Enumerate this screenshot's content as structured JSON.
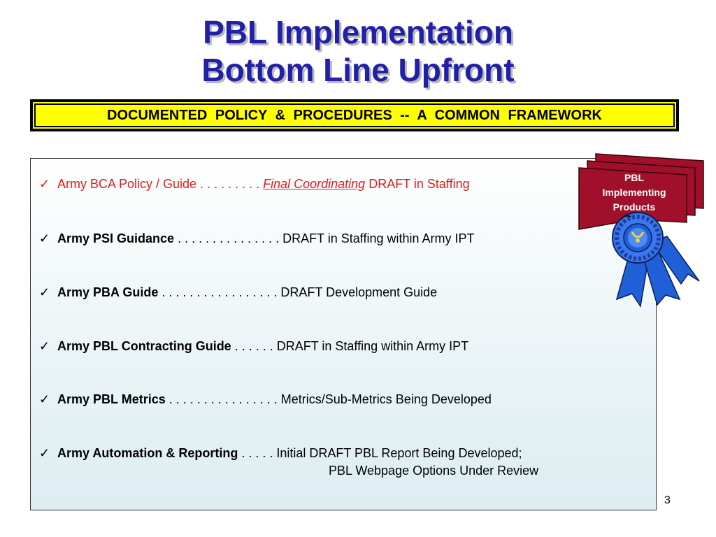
{
  "title": {
    "line1": "PBL Implementation",
    "line2": "Bottom Line Upfront"
  },
  "banner": "DOCUMENTED  POLICY  &  PROCEDURES  --  A  COMMON  FRAMEWORK",
  "badge": {
    "line1": "PBL",
    "line2": "Implementing",
    "line3": "Products",
    "icon": "award-ribbon-icon"
  },
  "items": [
    {
      "check": "✓",
      "name": "Army BCA Policy / Guide",
      "dots": " . . . . . . . . .  ",
      "emphasis": "Final Coordinating",
      "status": " DRAFT in Staffing"
    },
    {
      "check": "✓",
      "name": "Army PSI Guidance",
      "dots": " . . . . . . . . . . . . . . . ",
      "status": "DRAFT in Staffing within Army IPT"
    },
    {
      "check": "✓",
      "name": "Army PBA Guide",
      "dots": " . . . . . . . . . . . . . . . . . ",
      "status": "DRAFT Development Guide"
    },
    {
      "check": "✓",
      "name": "Army PBL Contracting Guide",
      "dots": " . . . . . .  ",
      "status": "DRAFT in Staffing within Army IPT"
    },
    {
      "check": "✓",
      "name": "Army PBL Metrics",
      "dots": " . . . . . . . . . . . . . . . . ",
      "status": "Metrics/Sub-Metrics Being Developed"
    },
    {
      "check": "✓",
      "name": "Army Automation & Reporting",
      "dots": " . . . . .  ",
      "status": "Initial DRAFT PBL Report Being Developed;",
      "status_line2": "PBL Webpage Options Under Review"
    }
  ],
  "page_number": "3",
  "colors": {
    "title": "#2020a8",
    "banner_bg": "#ffff00",
    "badge_red": "#a1102a",
    "ribbon_blue": "#1f5fd8",
    "first_item_red": "#e31b1b"
  }
}
